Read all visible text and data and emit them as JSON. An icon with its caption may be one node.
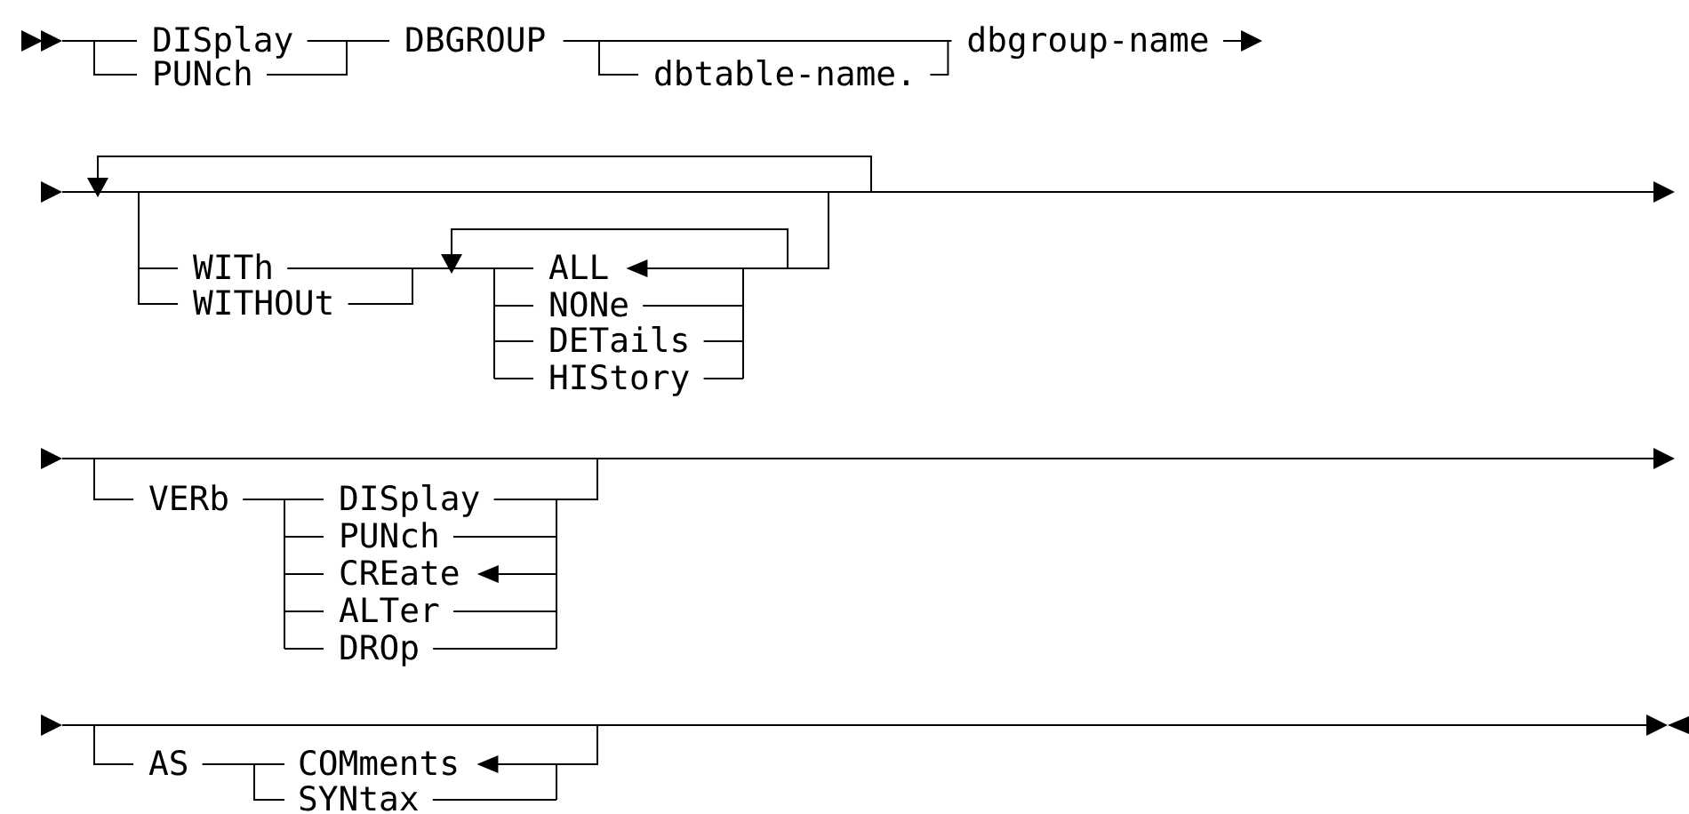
{
  "diagram": {
    "labels": [
      "DISplay",
      "DBGROUP",
      "dbgroup-name",
      "PUNch",
      "dbtable-name.",
      "WITh",
      "ALL",
      "WITHOUt",
      "NONe",
      "DETails",
      "HIStory",
      "VERb",
      "DISplay",
      "PUNch",
      "CREate",
      "ALTer",
      "DROp",
      "AS",
      "COMments",
      "SYNtax"
    ]
  }
}
